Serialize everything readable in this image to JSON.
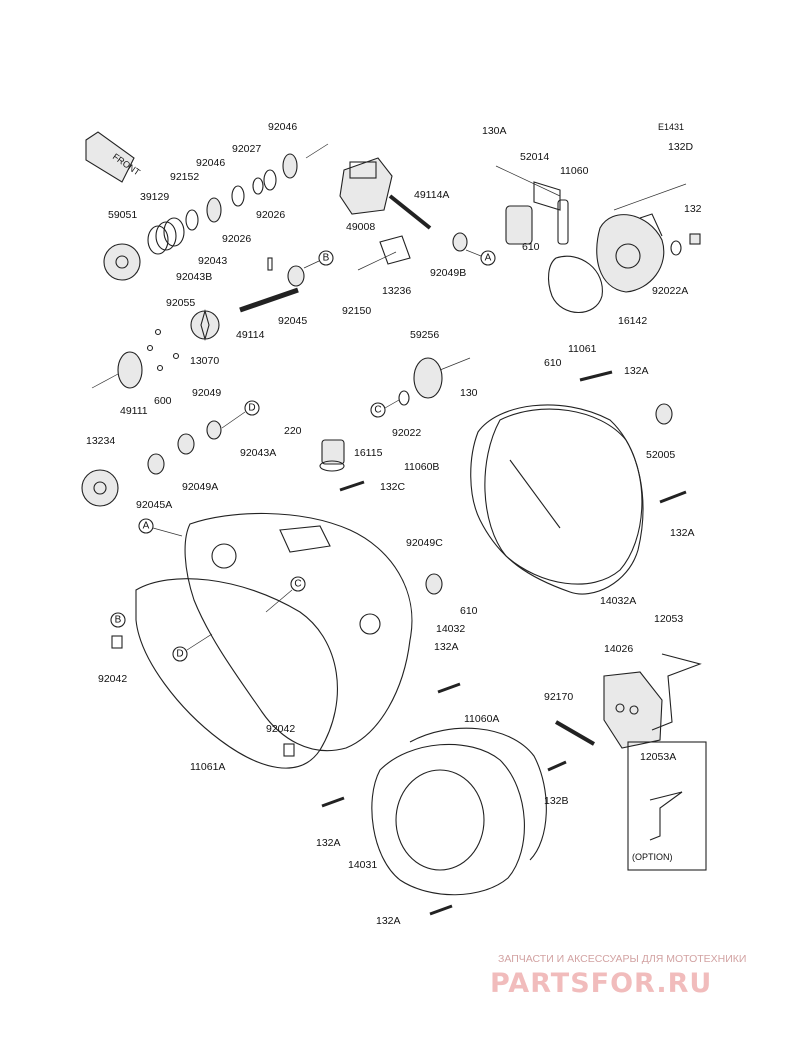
{
  "figure_code": "E1431",
  "front_marker": "FRONT",
  "option_box": {
    "part": "12053A",
    "caption": "(OPTION)"
  },
  "callouts": [
    "A",
    "B",
    "C",
    "D"
  ],
  "part_labels": [
    "92046",
    "92027",
    "92046",
    "92152",
    "39129",
    "59051",
    "92026",
    "92026",
    "92043",
    "92043B",
    "92055",
    "49114",
    "13070",
    "49111",
    "600",
    "92049",
    "13234",
    "92049A",
    "92045A",
    "49008",
    "49114A",
    "92150",
    "13236",
    "92049B",
    "92045",
    "130A",
    "52014",
    "11060",
    "132D",
    "132",
    "610",
    "92022A",
    "16142",
    "610",
    "11061",
    "59256",
    "130",
    "92022",
    "132A",
    "220",
    "16115",
    "92043A",
    "132C",
    "11060B",
    "52005",
    "132A",
    "92049C",
    "610",
    "14032A",
    "12053",
    "14032",
    "132A",
    "92042",
    "14026",
    "92170",
    "92042",
    "11060A",
    "11061A",
    "132B",
    "132A",
    "14031",
    "132A"
  ],
  "watermark": {
    "caption": "ЗАПЧАСТИ И АКСЕССУАРЫ ДЛЯ МОТОТЕХНИКИ",
    "brand": "PARTSFOR.RU"
  }
}
